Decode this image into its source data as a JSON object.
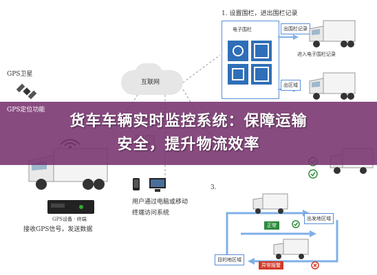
{
  "banner": {
    "line1": "货车车辆实时监控系统：保障运输",
    "line2": "安全，提升物流效率"
  },
  "left_panel": {
    "gps_satellite": "GPS卫星",
    "gps_positioning": "GPS定位功能",
    "receive_gps": "接收GPS信号，发送数据",
    "device_caption": "GPS设备 · 终端"
  },
  "center_panel": {
    "internet": "互联网",
    "user_access_line1": "用户通过电脑或移动",
    "user_access_line2": "终端访问系统"
  },
  "top_right": {
    "step1": "1. 设置围栏，进出围栏记录",
    "set_fence": "电子围栏",
    "out_fence": "出围栏记录",
    "enter_fence": "进入电子围栏记录",
    "exit_area": "出区域"
  },
  "bottom_right": {
    "step3": "3.",
    "in_area": "出发地区域",
    "destination": "目的地区域",
    "green_label": "正常",
    "red_label": "异常报警"
  },
  "colors": {
    "banner": "#78326e",
    "accent_blue": "#5a8fd6",
    "arrow_blue": "#7fb0e8",
    "ok_green": "#2e8b3e",
    "alert_red": "#d23a2a"
  }
}
